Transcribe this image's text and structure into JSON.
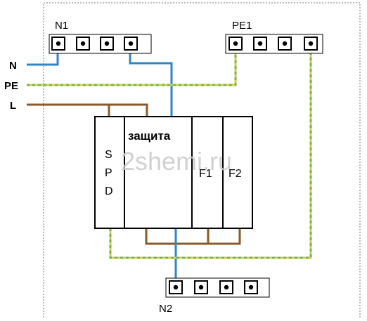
{
  "colors": {
    "n_wire": "#2f86c6",
    "l_wire": "#8a5a2a",
    "pe_wire": "#c9d24a",
    "pe_dash": "#7db04a",
    "outline": "#000000",
    "border": "#777777",
    "watermark": "#c9c9c9"
  },
  "wire_labels": {
    "n": "N",
    "pe": "PE",
    "l": "L"
  },
  "terminal_blocks": {
    "n1": "N1",
    "pe1": "PE1",
    "n2": "N2"
  },
  "modules": {
    "spd": [
      "S",
      "P",
      "D"
    ],
    "protection": "защита",
    "f1": "F1",
    "f2": "F2"
  },
  "watermark": "2shemi.ru"
}
